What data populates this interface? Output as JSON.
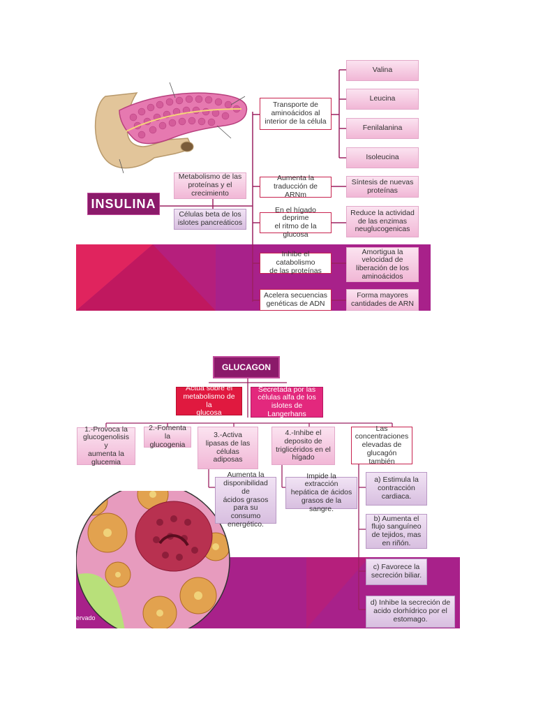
{
  "insulina": {
    "title": "INSULINA",
    "left": {
      "metabolismo": "Metabolismo de las\nproteínas y el\ncrecimiento",
      "celulas": "Células beta de los\nislotes pancreáticos"
    },
    "rows": [
      {
        "effect": "Transporte de\naminoácidos al\ninterior de la célula",
        "results": [
          "Valina",
          "Leucina",
          "Fenilalanina",
          "Isoleucina"
        ]
      },
      {
        "effect": "Aumenta  la\ntraducción de ARNm",
        "results": [
          "Síntesis de nuevas\nproteínas"
        ]
      },
      {
        "effect": "En el hígado deprime\nel ritmo de la glucosa",
        "results": [
          "Reduce la actividad\nde las enzimas\nneuglucogenicas"
        ]
      },
      {
        "effect": "Inhibe el catabolismo\nde las proteínas",
        "results": [
          "Amortigua  la\nvelocidad de\nliberación de los\naminoácidos"
        ]
      },
      {
        "effect": "Acelera secuencias\ngenéticas de ADN",
        "results": [
          "Forma mayores\ncantidades de ARN"
        ]
      }
    ]
  },
  "glucagon": {
    "title": "GLUCAGON",
    "acts": "Actúa sobre el\nmetabolismo de la\nglucosa",
    "secreted": "Secretada por las\ncélulas alfa de los\nislotes de\nLangerhans",
    "items": [
      "1.-Provoca la\nglucogenolisis y\naumenta la\nglucemia",
      "2.-Fomenta\nla glucogenia",
      "3.-Activa\nlipasas de las\ncélulas\nadiposas",
      "4.-Inhibe el\ndeposito de\ntriglicéridos en el\nhígado",
      "Las\nconcentraciones\nelevadas de\nglucagón\ntambién"
    ],
    "lipasas_result": "Aumenta la\ndisponibilidad de\nácidos grasos\npara su consumo\nenergético.",
    "deposito_result": "Impide la extracción\nhepática de ácidos\ngrasos de la sangre.",
    "also": [
      "a) Estimula la\ncontracción\ncardiaca.",
      "b) Aumenta el\nflujo sanguíneo\nde tejidos, mas\nen riñón.",
      "c) Favorece la\nsecreción biliar.",
      "d) Inhibe la secreción de\nacido clorhídrico por el\nestomago."
    ],
    "image_caption": "ervado"
  },
  "colors": {
    "insulina_title_bg": "#8b1a6a",
    "glucagon_title_bg": "#8b1a6a",
    "line_color": "#9b2060",
    "panel_magenta": "#a8218a",
    "panel_pink": "#e0245e"
  }
}
